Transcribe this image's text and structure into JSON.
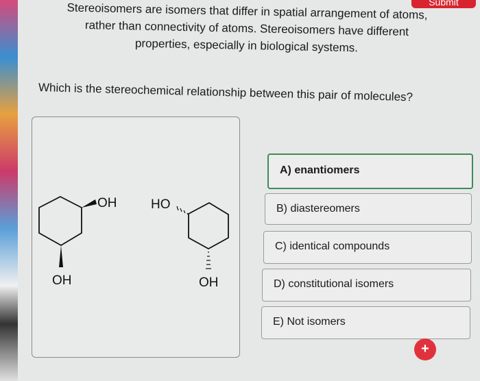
{
  "submit_label": "Submit",
  "intro": {
    "line1": "Stereoisomers are isomers that differ in spatial arrangement of atoms,",
    "line2": "rather than connectivity of atoms. Stereoisomers have different",
    "line3": "properties, especially in biological systems."
  },
  "question": "Which is the stereochemical relationship between this pair of molecules?",
  "molecules": {
    "left_top_label": "OH",
    "left_bottom_label": "OH",
    "right_top_label": "HO",
    "right_bottom_label": "OH"
  },
  "options": [
    {
      "label": "A) enantiomers",
      "selected": true
    },
    {
      "label": "B) diastereomers",
      "selected": false
    },
    {
      "label": "C) identical compounds",
      "selected": false
    },
    {
      "label": "D) constitutional isomers",
      "selected": false
    },
    {
      "label": "E) Not isomers",
      "selected": false
    }
  ],
  "add_button": "+",
  "colors": {
    "selected_border": "#3f8a5a",
    "submit": "#d7242f"
  }
}
